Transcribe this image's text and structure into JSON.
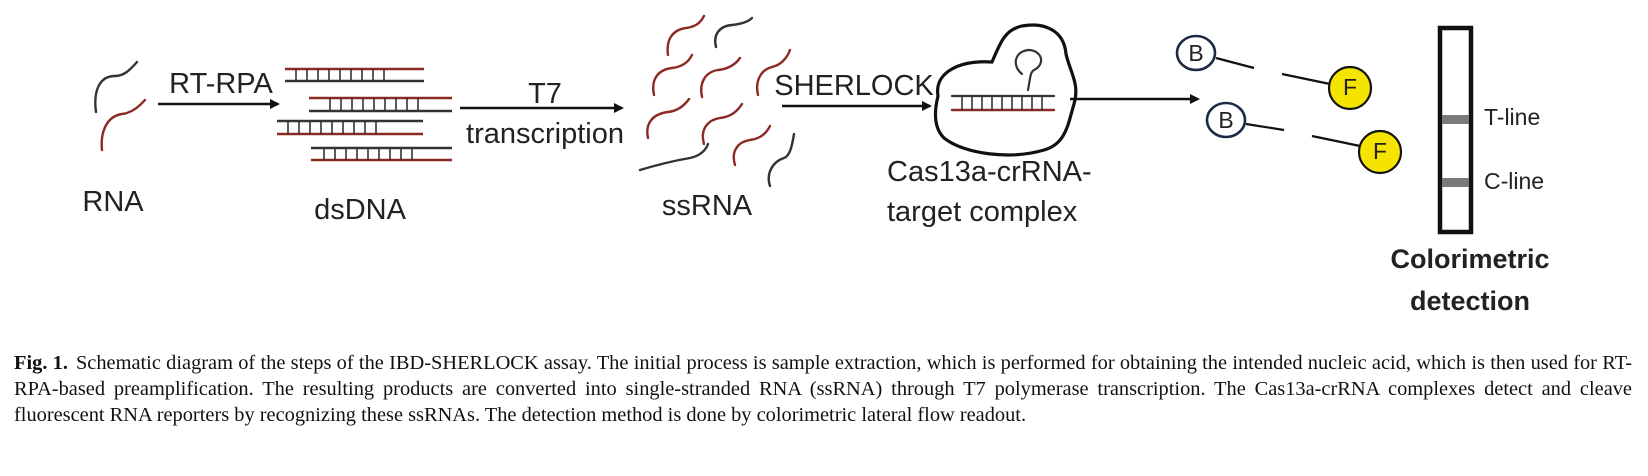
{
  "figure": {
    "steps": {
      "rna": "RNA",
      "dsdna": "dsDNA",
      "ssrna": "ssRNA",
      "complex_line1": "Cas13a-crRNA-",
      "complex_line2": "target complex",
      "detection_line1": "Colorimetric",
      "detection_line2": "detection"
    },
    "arrows": {
      "rt_rpa": "RT-RPA",
      "t7_line1": "T7",
      "t7_line2": "transcription",
      "sherlock": "SHERLOCK"
    },
    "reporter": {
      "b_label": "B",
      "f_label": "F",
      "fluor_color": "#f5e400"
    },
    "strip": {
      "t_line": "T-line",
      "c_line": "C-line"
    },
    "colors": {
      "rna_strand": "#8b2a22",
      "dna_strand": "#333333"
    }
  },
  "caption": {
    "label": "Fig. 1.",
    "text": "Schematic diagram of the steps of the IBD-SHERLOCK assay. The initial process is sample extraction, which is performed for obtaining the intended nucleic acid, which is then used for RT-RPA-based preamplification. The resulting products are converted into single-stranded RNA (ssRNA) through T7 polymerase transcription. The Cas13a-crRNA complexes detect and cleave fluorescent RNA reporters by recognizing these ssRNAs. The detection method is done by colorimetric lateral flow readout."
  }
}
